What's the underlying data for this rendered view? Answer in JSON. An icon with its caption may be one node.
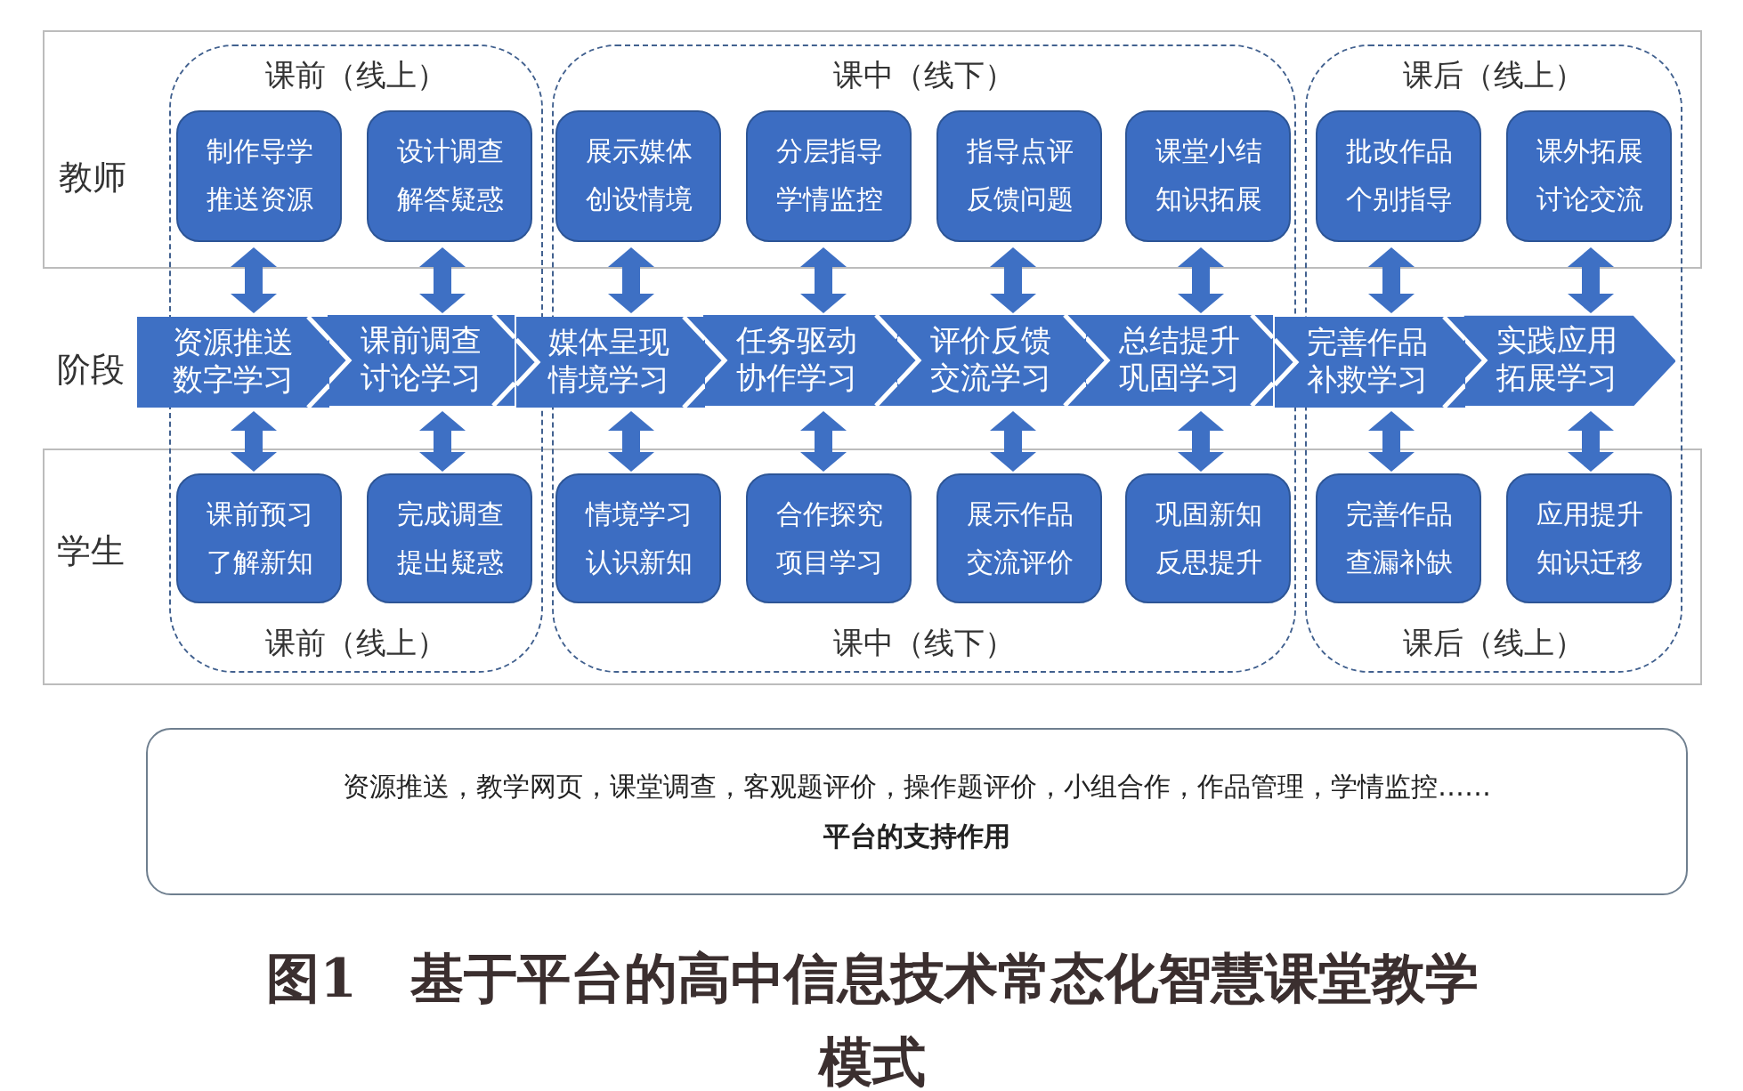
{
  "diagram": {
    "caption": "图1　基于平台的高中信息技术常态化智慧课堂教学模式",
    "nodes": [
      {
        "text": [
          "课前（线上）",
          "课前（线上）"
        ]
      },
      {
        "text": [
          "课中（线下）",
          "课中（线下）"
        ]
      },
      {
        "text": [
          "课后（线上）",
          "课后（线上）"
        ]
      },
      {
        "text": [
          "制作导学推送资源"
        ],
        "in": 0
      },
      {
        "text": [
          "设计调查解答疑惑"
        ],
        "in": 0
      },
      {
        "text": [
          "展示媒体创设情境"
        ],
        "in": 1
      },
      {
        "text": [
          "分层指导学情监控"
        ],
        "in": 1
      },
      {
        "text": [
          "指导点评反馈问题"
        ],
        "in": 1
      },
      {
        "text": [
          "课堂小结知识拓展"
        ],
        "in": 1
      },
      {
        "text": [
          "批改作品个别指导"
        ],
        "in": 2
      },
      {
        "text": [
          "课外拓展讨论交流"
        ],
        "in": 2
      },
      {
        "text": [
          "资源推送数字学习"
        ]
      },
      {
        "text": [
          "课前调查讨论学习"
        ],
        "in": 0
      },
      {
        "text": [
          "媒体呈现情境学习"
        ]
      },
      {
        "text": [
          "任务驱动协作学习"
        ],
        "in": 1
      },
      {
        "text": [
          "评价反馈交流学习"
        ],
        "in": 1
      },
      {
        "text": [
          "总结提升巩固学习"
        ],
        "in": 1
      },
      {
        "text": [
          "完善作品补救学习"
        ]
      },
      {
        "text": [
          "实践应用拓展学习"
        ],
        "in": 2
      },
      {
        "text": [
          "课前预习了解新知"
        ],
        "in": 0
      },
      {
        "text": [
          "完成调查提出疑惑"
        ],
        "in": 0
      },
      {
        "text": [
          "情境学习认识新知"
        ],
        "in": 1
      },
      {
        "text": [
          "合作探究项目学习"
        ],
        "in": 1
      },
      {
        "text": [
          "展示作品交流评价"
        ],
        "in": 1
      },
      {
        "text": [
          "巩固新知反思提升"
        ],
        "in": 1
      },
      {
        "text": [
          "完善作品查漏补缺"
        ],
        "in": 2
      },
      {
        "text": [
          "应用提升知识迁移"
        ],
        "in": 2
      },
      {
        "text": [
          "资源推送，教学网页，课堂调查，客观题评价，操作题评价，小组合作，作品管理，学情监控……",
          "平台的支持作用"
        ]
      }
    ],
    "edges": [
      {
        "from": 3,
        "to": 11,
        "arrow": "both"
      },
      {
        "from": 4,
        "to": 12,
        "arrow": "both"
      },
      {
        "from": 5,
        "to": 13,
        "arrow": "both"
      },
      {
        "from": 6,
        "to": 14,
        "arrow": "both"
      },
      {
        "from": 7,
        "to": 15,
        "arrow": "both"
      },
      {
        "from": 8,
        "to": 16,
        "arrow": "both"
      },
      {
        "from": 9,
        "to": 17,
        "arrow": "both"
      },
      {
        "from": 10,
        "to": 18,
        "arrow": "both"
      },
      {
        "from": 11,
        "to": 19,
        "arrow": "both"
      },
      {
        "from": 12,
        "to": 20,
        "arrow": "both"
      },
      {
        "from": 13,
        "to": 21,
        "arrow": "both"
      },
      {
        "from": 14,
        "to": 22,
        "arrow": "both"
      },
      {
        "from": 15,
        "to": 23,
        "arrow": "both"
      },
      {
        "from": 16,
        "to": 24,
        "arrow": "both"
      },
      {
        "from": 17,
        "to": 25,
        "arrow": "both"
      },
      {
        "from": 18,
        "to": 26,
        "arrow": "both"
      }
    ],
    "labels": [
      "教师",
      "阶段",
      "学生"
    ]
  }
}
